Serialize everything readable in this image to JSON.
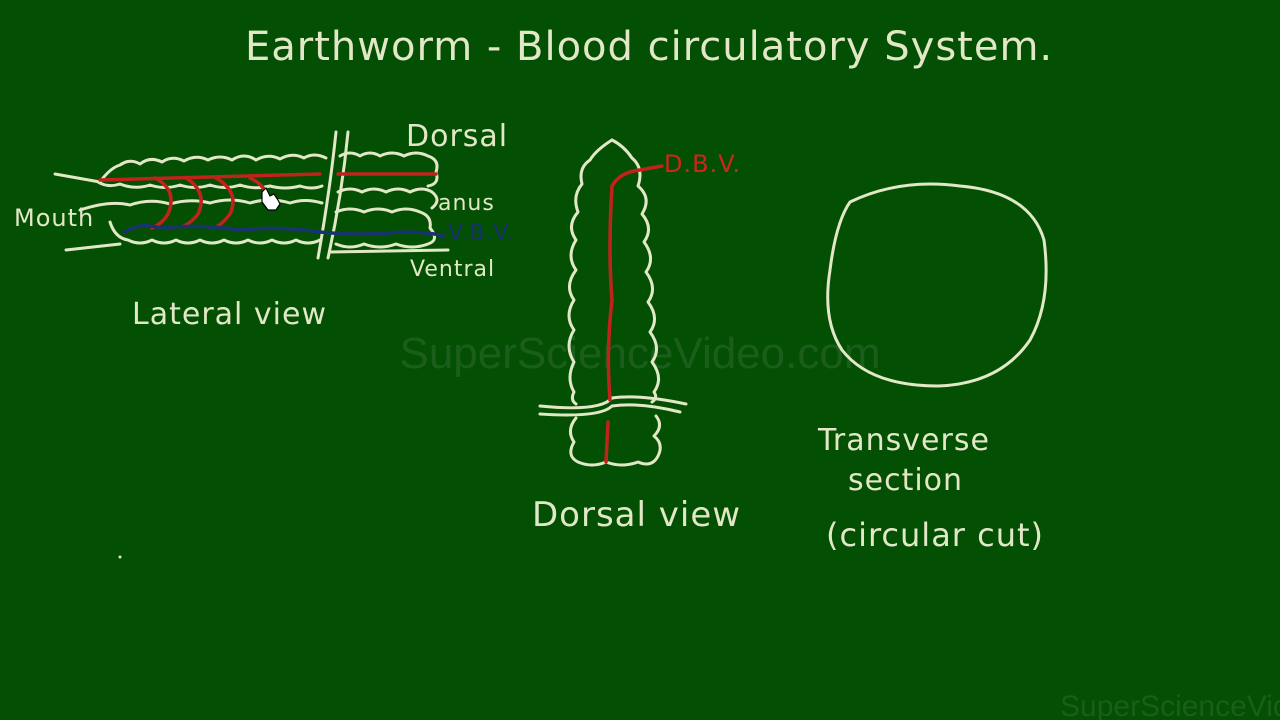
{
  "title": "Earthworm - Blood circulatory System.",
  "lateral": {
    "dorsal": "Dorsal",
    "mouth": "Mouth",
    "anus": "anus",
    "vbv": "V.B.V.",
    "ventral": "Ventral",
    "caption": "Lateral view"
  },
  "dorsal_view": {
    "dbv": "D.B.V.",
    "caption": "Dorsal view"
  },
  "transverse": {
    "line1": "Transverse",
    "line2": "section",
    "line3": "(circular cut)"
  },
  "watermark": {
    "center": "SuperScienceVideo.com",
    "corner": "SuperScienceVideo"
  },
  "colors": {
    "board": "#034f04",
    "chalk": "#e2e8c6",
    "blood_vessel_dorsal": "#c1231b",
    "blood_vessel_ventral": "#1a3270"
  }
}
